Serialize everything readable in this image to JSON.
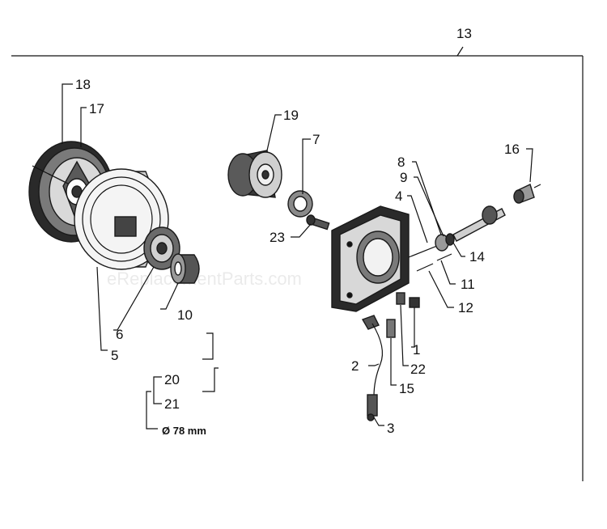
{
  "watermark": "eReplacementParts.com",
  "dimension_label": "Ø 78 mm",
  "callouts": {
    "c1": "1",
    "c2": "2",
    "c3": "3",
    "c4": "4",
    "c5": "5",
    "c6": "6",
    "c7": "7",
    "c8": "8",
    "c9": "9",
    "c10": "10",
    "c11": "11",
    "c12": "12",
    "c13": "13",
    "c14": "14",
    "c15": "15",
    "c16": "16",
    "c17": "17",
    "c18": "18",
    "c19": "19",
    "c20": "20",
    "c21": "21",
    "c22": "22",
    "c23": "23"
  }
}
